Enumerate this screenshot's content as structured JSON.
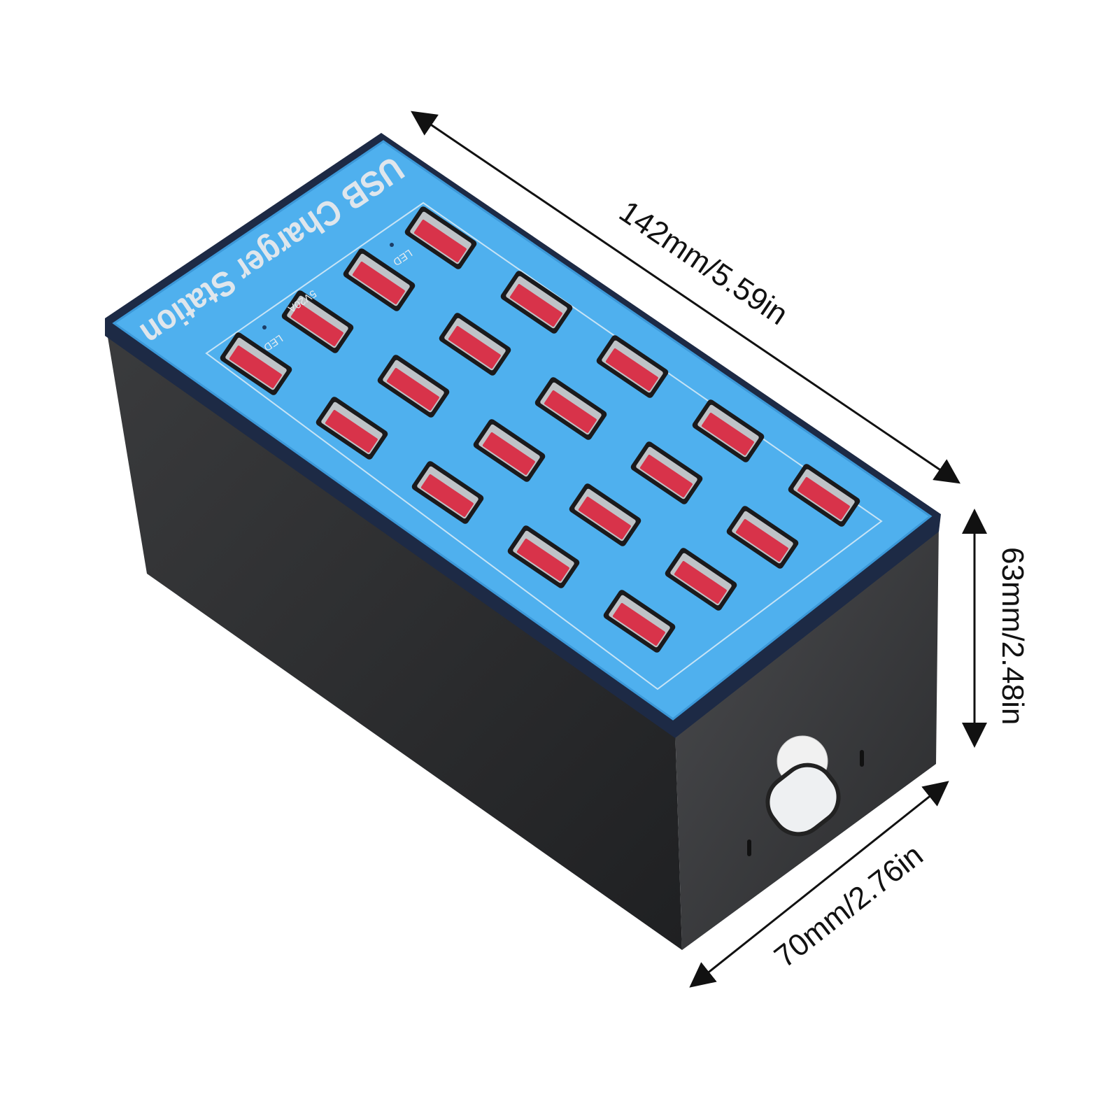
{
  "product": {
    "brand_text": "USB Charger Station",
    "rating_label": "5V20A",
    "led_label_1": "LED",
    "led_label_2": "LED",
    "port_count": 20,
    "colors": {
      "top_panel": "#4fb0ee",
      "body": "#2c2d2f",
      "port": "#d8334a"
    }
  },
  "dimensions": {
    "length": "142mm/5.59in",
    "height": "63mm/2.48in",
    "width": "70mm/2.76in"
  }
}
